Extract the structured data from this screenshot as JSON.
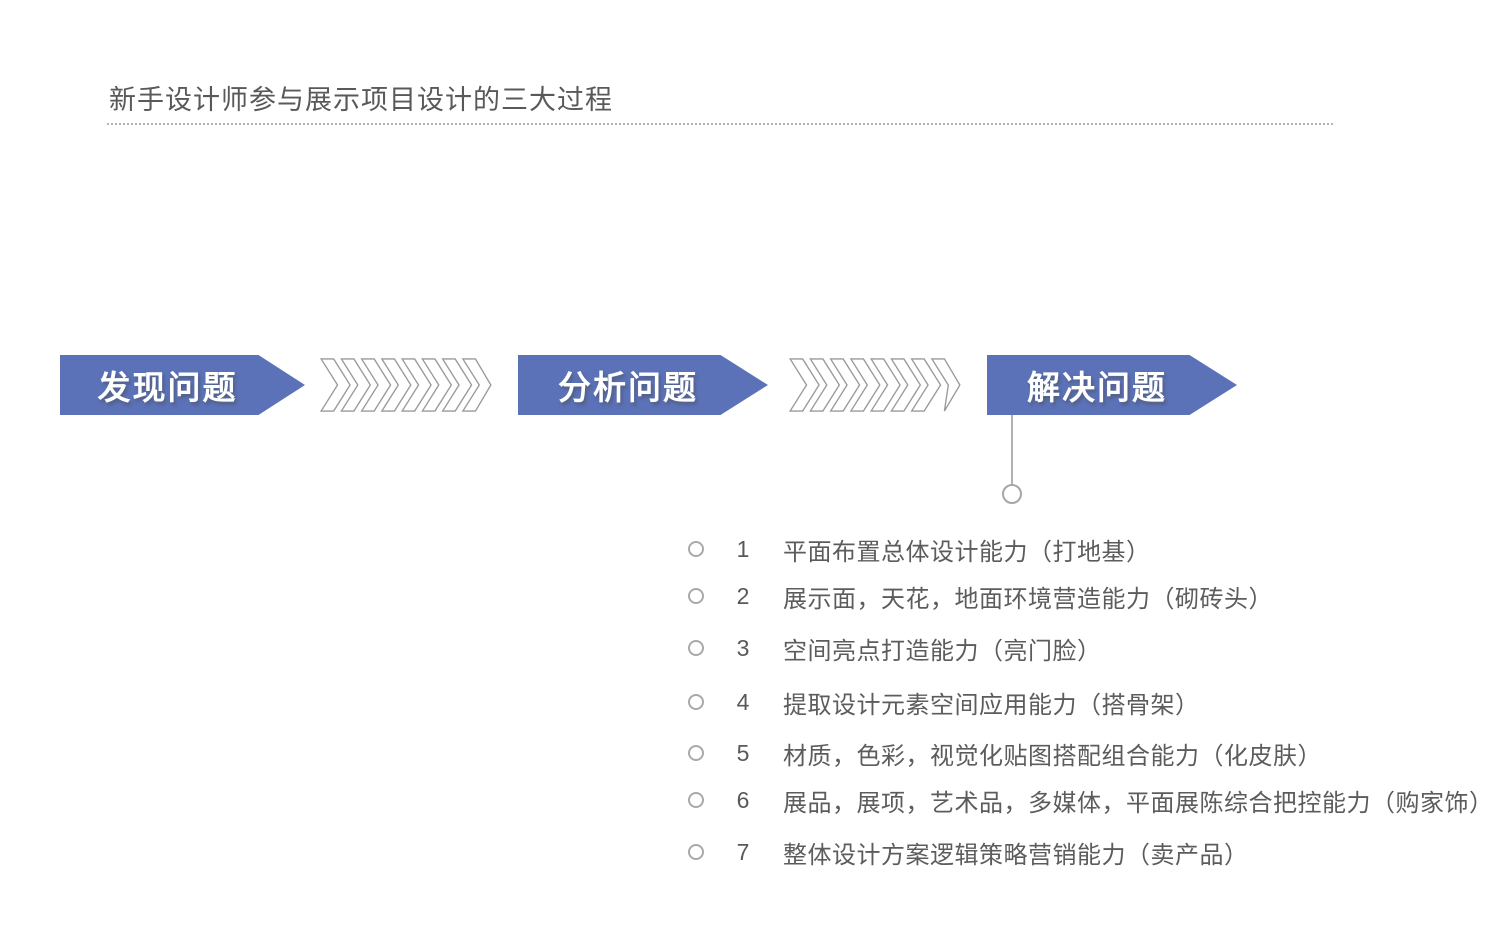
{
  "page": {
    "title": "新手设计师参与展示项目设计的三大过程"
  },
  "process": {
    "steps": [
      {
        "label": "发现问题"
      },
      {
        "label": "分析问题"
      },
      {
        "label": "解决问题"
      }
    ]
  },
  "solution_list": {
    "items": [
      {
        "number": "1",
        "text": "平面布置总体设计能力（打地基）"
      },
      {
        "number": "2",
        "text": "展示面，天花，地面环境营造能力（砌砖头）"
      },
      {
        "number": "3",
        "text": "空间亮点打造能力（亮门脸）"
      },
      {
        "number": "4",
        "text": "提取设计元素空间应用能力（搭骨架）"
      },
      {
        "number": "5",
        "text": "材质，色彩，视觉化贴图搭配组合能力（化皮肤）"
      },
      {
        "number": "6",
        "text": "展品，展项，艺术品，多媒体，平面展陈综合把控能力（购家饰）"
      },
      {
        "number": "7",
        "text": "整体设计方案逻辑策略营销能力（卖产品）"
      }
    ]
  },
  "colors": {
    "arrow_blue": "#5b72b8",
    "title_text": "#595959",
    "list_text": "#5c5c5c",
    "connector_gray": "#a6a6a6"
  }
}
